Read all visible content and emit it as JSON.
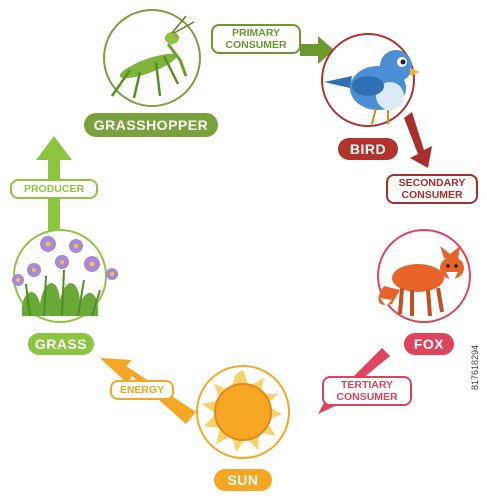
{
  "nodes": {
    "grasshopper": {
      "label": "GRASSHOPPER",
      "color": "#7aa23c"
    },
    "bird": {
      "label": "BIRD",
      "color": "#b3332a"
    },
    "fox": {
      "label": "FOX",
      "color": "#e0435c"
    },
    "sun": {
      "label": "SUN",
      "color": "#f5a623"
    },
    "grass": {
      "label": "GRASS",
      "color": "#8cc63f"
    }
  },
  "arrows": {
    "primary": {
      "label": "PRIMARY CONSUMER",
      "color": "#6a9a2e"
    },
    "secondary": {
      "label": "SECONDARY CONSUMER",
      "color": "#a8302a"
    },
    "tertiary": {
      "label": "TERTIARY CONSUMER",
      "color": "#e0435c"
    },
    "energy": {
      "label": "ENERGY",
      "color": "#f5a623"
    },
    "producer": {
      "label": "PRODUCER",
      "color": "#8cc63f"
    }
  },
  "stock_id": "817618294"
}
